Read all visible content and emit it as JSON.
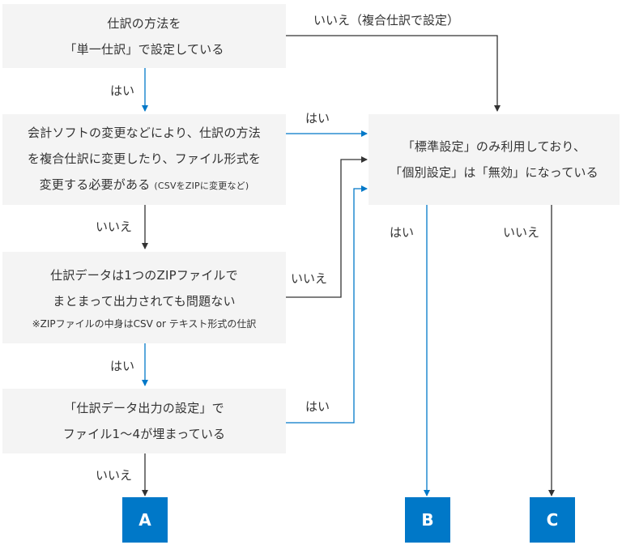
{
  "colors": {
    "yes_edge": "#0078c8",
    "no_edge": "#333333",
    "node_bg": "#f4f4f4",
    "result_bg": "#0078c8"
  },
  "nodes": {
    "q1": {
      "lines": [
        "仕訳の方法を",
        "「単一仕訳」で設定している"
      ]
    },
    "q2": {
      "lines": [
        "会計ソフトの変更などにより、仕訳の方法",
        "を複合仕訳に変更したり、ファイル形式を",
        "変更する必要がある"
      ],
      "suffix": "(CSVをZIPに変更など)"
    },
    "q3": {
      "lines": [
        "仕訳データは1つのZIPファイルで",
        "まとまって出力されても問題ない"
      ],
      "note": "※ZIPファイルの中身はCSV or テキスト形式の仕訳"
    },
    "q4": {
      "lines": [
        "「仕訳データ出力の設定」で",
        "ファイル1～4が埋まっている"
      ]
    },
    "q5": {
      "lines": [
        "「標準設定」のみ利用しており、",
        "「個別設定」は「無効」になっている"
      ]
    }
  },
  "edge_labels": {
    "q1_yes": "はい",
    "q1_no": "いいえ（複合仕訳で設定）",
    "q2_yes": "はい",
    "q2_no": "いいえ",
    "q3_yes": "はい",
    "q3_no": "いいえ",
    "q4_yes": "はい",
    "q4_no": "いいえ",
    "q5_yes": "はい",
    "q5_no": "いいえ"
  },
  "results": {
    "a": "A",
    "b": "B",
    "c": "C"
  }
}
